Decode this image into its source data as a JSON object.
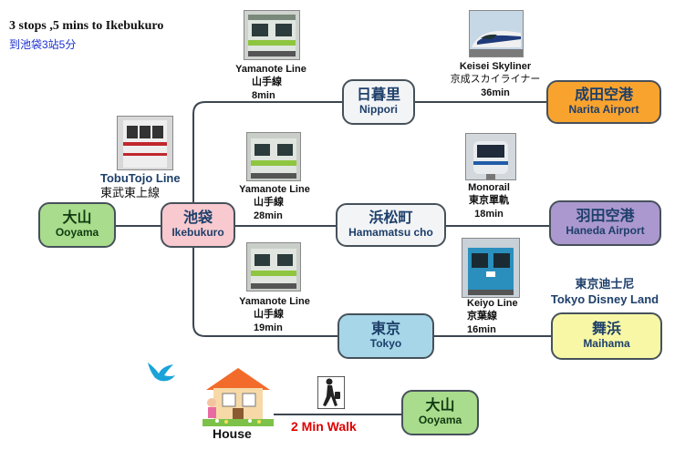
{
  "header": {
    "title_en": "3 stops ,5 mins to Ikebukuro",
    "title_zh": "到池袋3站5分"
  },
  "stations": {
    "ooyama": {
      "ja": "大山",
      "en": "Ooyama"
    },
    "ikebukuro": {
      "ja": "池袋",
      "en": "Ikebukuro"
    },
    "nippori": {
      "ja": "日暮里",
      "en": "Nippori"
    },
    "narita": {
      "ja": "成田空港",
      "en": "Narita Airport"
    },
    "hamamatsucho": {
      "ja": "浜松町",
      "en": "Hamamatsu cho"
    },
    "haneda": {
      "ja": "羽田空港",
      "en": "Haneda Airport"
    },
    "tokyo": {
      "ja": "東京",
      "en": "Tokyo"
    },
    "maihama": {
      "ja": "舞浜",
      "en": "Maihama"
    },
    "ooyama_walk": {
      "ja": "大山",
      "en": "Ooyama"
    }
  },
  "lines": {
    "tobu": {
      "en": "TobuTojo Line",
      "ja": "東武東上線"
    },
    "yamanote_top": {
      "en": "Yamanote Line",
      "ja": "山手線",
      "time": "8min"
    },
    "yamanote_mid": {
      "en": "Yamanote Line",
      "ja": "山手線",
      "time": "28min"
    },
    "yamanote_bot": {
      "en": "Yamanote Line",
      "ja": "山手線",
      "time": "19min"
    },
    "skyliner": {
      "en": "Keisei Skyliner",
      "ja": "京成スカイライナー",
      "time": "36min"
    },
    "monorail": {
      "en": "Monorail",
      "ja": "東京單軌",
      "time": "18min"
    },
    "keiyo": {
      "en": "Keiyo Line",
      "ja": "京葉線",
      "time": "16min"
    }
  },
  "disney": {
    "ja": "東京迪士尼",
    "en": "Tokyo Disney Land"
  },
  "walk": {
    "label": "2 Min Walk",
    "house": "House"
  },
  "icons": [
    "bird-icon",
    "house-icon",
    "walking-person-icon",
    "train-photo-icon"
  ],
  "colors": {
    "line": "#3b4650",
    "green_station": "#a9dc8c",
    "pink_station": "#f8c9cf",
    "orange_station": "#f9a32f",
    "purple_station": "#ab98cf",
    "blue_station": "#a6d6e8",
    "yellow_station": "#f7f7a6",
    "walk_text": "#e00000",
    "header_zh": "#1a2fd0"
  }
}
